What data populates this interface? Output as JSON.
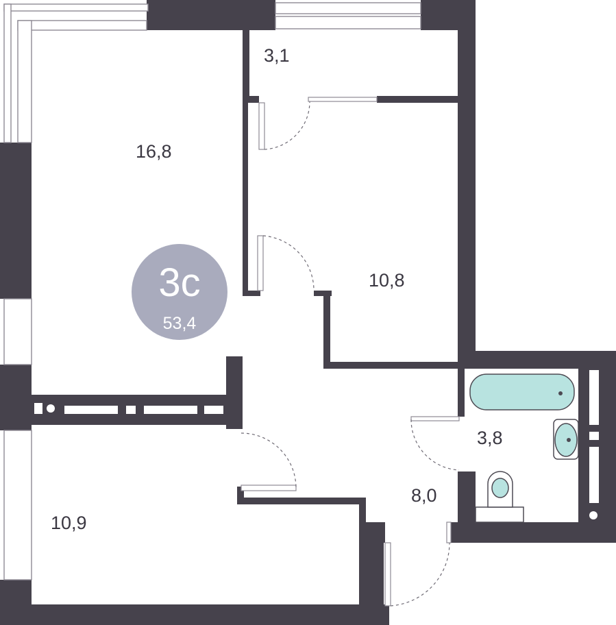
{
  "colors": {
    "wall": "#46424c",
    "window_line": "#8e8a94",
    "door_arc": "#6e6a74",
    "badge": "#a9abbd",
    "fixture_fill": "#b8e3e0",
    "fixture_stroke": "#4d4a53"
  },
  "apartment": {
    "type_label": "3с",
    "total_area": "53,4"
  },
  "rooms": [
    {
      "id": "room-living",
      "area": "16,8"
    },
    {
      "id": "room-closet",
      "area": "3,1"
    },
    {
      "id": "room-bedroom",
      "area": "10,8"
    },
    {
      "id": "room-bathroom",
      "area": "3,8"
    },
    {
      "id": "room-hallway",
      "area": "8,0"
    },
    {
      "id": "room-kitchen",
      "area": "10,9"
    }
  ]
}
